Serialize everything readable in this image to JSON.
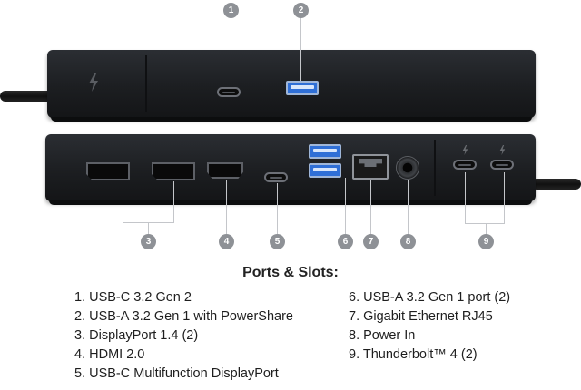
{
  "heading": "Ports & Slots:",
  "callouts": [
    "1",
    "2",
    "3",
    "4",
    "5",
    "6",
    "7",
    "8",
    "9"
  ],
  "ports_left": [
    "1. USB-C 3.2 Gen 2",
    "2. USB-A 3.2 Gen 1 with PowerShare",
    "3. DisplayPort 1.4 (2)",
    "4. HDMI 2.0",
    "5. USB-C Multifunction DisplayPort"
  ],
  "ports_right": [
    "6. USB-A 3.2 Gen 1 port (2)",
    "7. Gigabit Ethernet RJ45",
    "8. Power In",
    "9. Thunderbolt™ 4 (2)"
  ],
  "colors": {
    "dock_body": "#1c1e21",
    "usb_a_blue": "#2f6fd6",
    "callout_grey": "#8e9196",
    "text": "#1e1e1e"
  },
  "icons": [
    "thunderbolt-icon"
  ]
}
